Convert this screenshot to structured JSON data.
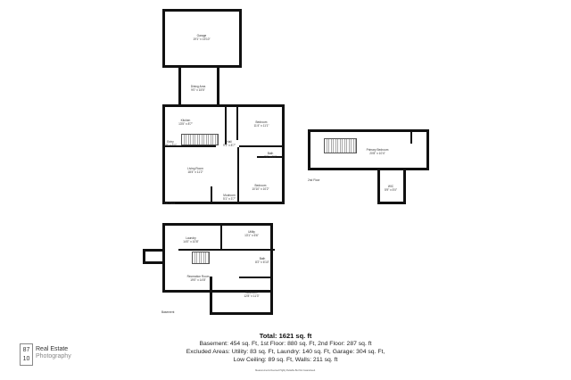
{
  "first_floor": {
    "label": "1st Floor",
    "rooms": [
      {
        "name": "Garage",
        "dims": "19'1\" x 15'10\""
      },
      {
        "name": "Dining Area",
        "dims": "9'0\" x 15'5\""
      },
      {
        "name": "Kitchen",
        "dims": "13'5\" x 8'7\""
      },
      {
        "name": "Bedroom",
        "dims": "11'4\" x 11'1\""
      },
      {
        "name": "Entry",
        "dims": "5'6\" x 5'0\""
      },
      {
        "name": "Hall",
        "dims": "9'1\" x 8'7\""
      },
      {
        "name": "Bath",
        "dims": "7'6\" x 6'0\""
      },
      {
        "name": "Living Room",
        "dims": "18'4\" x 11'2\""
      },
      {
        "name": "Bedroom",
        "dims": "10'10\" x 10'2\""
      },
      {
        "name": "Mudroom",
        "dims": "5'1\" x 3'7\""
      }
    ]
  },
  "second_floor": {
    "label": "2nd Floor",
    "rooms": [
      {
        "name": "Primary Bedroom",
        "dims": "20'8\" x 10'4\""
      },
      {
        "name": "WIC",
        "dims": "5'9\" x 5'0\""
      }
    ]
  },
  "basement": {
    "label": "Basement",
    "rooms": [
      {
        "name": "Laundry",
        "dims": "14'0\" x 10'8\""
      },
      {
        "name": "Utility",
        "dims": "13'1\" x 6'6\""
      },
      {
        "name": "Bath",
        "dims": "8'2\" x 6'10\""
      },
      {
        "name": "Recreation Room",
        "dims": "19'0\" x 14'8\""
      },
      {
        "name": "Bedroom",
        "dims": "12'8\" x 11'3\""
      }
    ]
  },
  "footer": {
    "total": "Total: 1621 sq. ft",
    "line1": "Basement: 454 sq. Ft, 1st Floor: 880 sq. Ft, 2nd Floor: 287 sq. ft",
    "line2": "Excluded Areas: Utility: 83 sq. Ft, Laundry: 140 sq. Ft, Garage: 304 sq. Ft,",
    "line3": "Low Ceiling: 89 sq. Ft, Walls: 211 sq. ft",
    "disclaimer": "Measurements Deemed Highly Reliable But Not Guaranteed."
  },
  "logo": {
    "top": "87",
    "bottom": "10",
    "line1": "Real Estate",
    "line2": "Photography"
  }
}
